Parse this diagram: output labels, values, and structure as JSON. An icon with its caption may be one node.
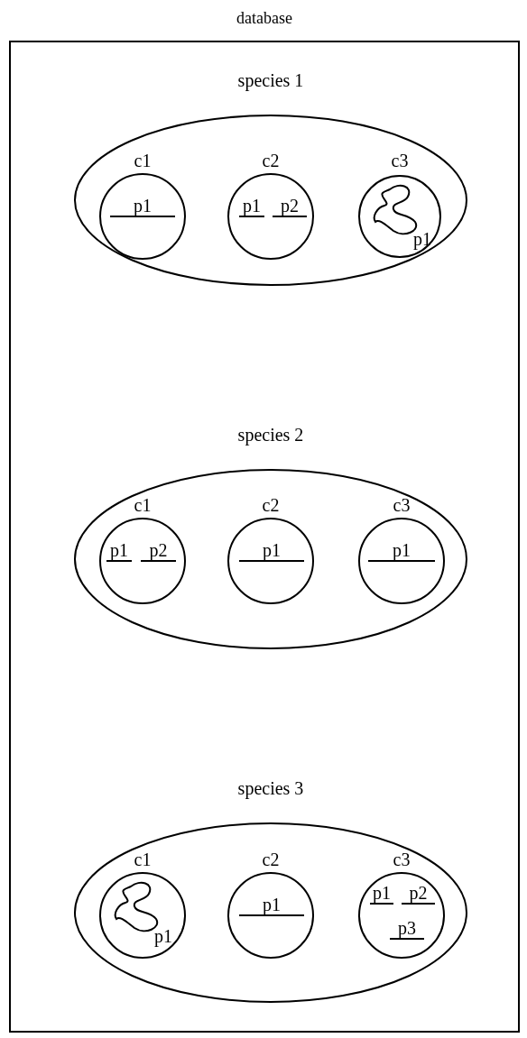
{
  "diagram": {
    "nodes": [
      {
        "text": [
          "database"
        ]
      },
      {
        "text": [
          "species 1"
        ],
        "in": 0
      },
      {
        "text": [
          "c1"
        ],
        "in": 1
      },
      {
        "text": [
          "p1"
        ],
        "in": 2
      },
      {
        "text": [
          "c2"
        ],
        "in": 1
      },
      {
        "text": [
          "p1"
        ],
        "in": 4
      },
      {
        "text": [
          "p2"
        ],
        "in": 4
      },
      {
        "text": [
          "c3"
        ],
        "in": 1
      },
      {
        "text": [
          "p1"
        ],
        "in": 7
      },
      {
        "text": [
          "species 2"
        ],
        "in": 0
      },
      {
        "text": [
          "c1"
        ],
        "in": 9
      },
      {
        "text": [
          "p1"
        ],
        "in": 10
      },
      {
        "text": [
          "p2"
        ],
        "in": 10
      },
      {
        "text": [
          "c2"
        ],
        "in": 9
      },
      {
        "text": [
          "p1"
        ],
        "in": 13
      },
      {
        "text": [
          "c3"
        ],
        "in": 9
      },
      {
        "text": [
          "p1"
        ],
        "in": 15
      },
      {
        "text": [
          "species 3"
        ],
        "in": 0
      },
      {
        "text": [
          "c1"
        ],
        "in": 17
      },
      {
        "text": [
          "p1"
        ],
        "in": 18
      },
      {
        "text": [
          "c2"
        ],
        "in": 17
      },
      {
        "text": [
          "p1"
        ],
        "in": 20
      },
      {
        "text": [
          "c3"
        ],
        "in": 17
      },
      {
        "text": [
          "p1"
        ],
        "in": 22
      },
      {
        "text": [
          "p2"
        ],
        "in": 22
      },
      {
        "text": [
          "p3"
        ],
        "in": 22
      }
    ]
  }
}
